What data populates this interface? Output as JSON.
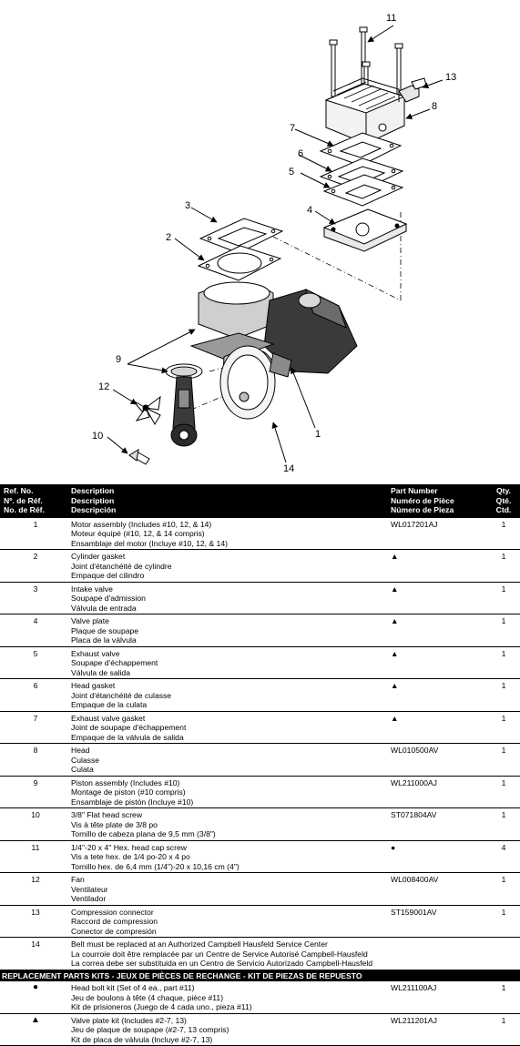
{
  "callouts": [
    "1",
    "2",
    "3",
    "4",
    "5",
    "6",
    "7",
    "8",
    "9",
    "10",
    "11",
    "12",
    "13",
    "14"
  ],
  "table": {
    "headers": {
      "ref": [
        "Ref. No.",
        "Nº. de Réf.",
        "No. de Réf."
      ],
      "desc": [
        "Description",
        "Description",
        "Descripción"
      ],
      "part": [
        "Part Number",
        "Numéro de Pièce",
        "Número de Pieza"
      ],
      "qty": [
        "Qty.",
        "Qté.",
        "Ctd."
      ]
    },
    "rows": [
      {
        "ref": "1",
        "desc": [
          "Motor assembly (Includes #10, 12, & 14)",
          "Moteur équipé (#10, 12, & 14 compris)",
          "Ensamblaje del motor (Incluye #10, 12, & 14)"
        ],
        "part": "WL017201AJ",
        "qty": "1"
      },
      {
        "ref": "2",
        "desc": [
          "Cylinder gasket",
          "Joint d'étanchéité de cylindre",
          "Empaque del cilindro"
        ],
        "part": "▲",
        "qty": "1"
      },
      {
        "ref": "3",
        "desc": [
          "Intake valve",
          "Soupape d'admission",
          "Válvula de entrada"
        ],
        "part": "▲",
        "qty": "1"
      },
      {
        "ref": "4",
        "desc": [
          "Valve plate",
          "Plaque de soupape",
          "Placa de la válvula"
        ],
        "part": "▲",
        "qty": "1"
      },
      {
        "ref": "5",
        "desc": [
          "Exhaust valve",
          "Soupape d'échappement",
          "Válvula de salida"
        ],
        "part": "▲",
        "qty": "1"
      },
      {
        "ref": "6",
        "desc": [
          "Head gasket",
          "Joint d'étanchéité de culasse",
          "Empaque de la culata"
        ],
        "part": "▲",
        "qty": "1"
      },
      {
        "ref": "7",
        "desc": [
          "Exhaust valve gasket",
          "Joint de soupape d'échappement",
          "Empaque de la válvula de salida"
        ],
        "part": "▲",
        "qty": "1"
      },
      {
        "ref": "8",
        "desc": [
          "Head",
          "Culasse",
          "Culata"
        ],
        "part": "WL010500AV",
        "qty": "1"
      },
      {
        "ref": "9",
        "desc": [
          "Piston assembly (Includes #10)",
          "Montage de piston  (#10 compris)",
          "Ensamblaje de pistón  (Incluye #10)"
        ],
        "part": "WL211000AJ",
        "qty": "1"
      },
      {
        "ref": "10",
        "desc": [
          "3/8\" Flat head screw",
          "Vis à tête plate de 3/8 po",
          "Tornillo de cabeza plana de 9,5 mm (3/8\")"
        ],
        "part": "ST071804AV",
        "qty": "1"
      },
      {
        "ref": "11",
        "desc": [
          "1/4\"-20 x 4\" Hex. head cap screw",
          "Vis a tete hex. de 1/4 po-20 x 4 po",
          "Tornillo hex. de 6,4 mm (1/4\")-20 x 10,16 cm (4\")"
        ],
        "part": "●",
        "qty": "4"
      },
      {
        "ref": "12",
        "desc": [
          "Fan",
          "Ventilateur",
          "Ventilador"
        ],
        "part": "WL008400AV",
        "qty": "1"
      },
      {
        "ref": "13",
        "desc": [
          "Compression connector",
          "Raccord de compression",
          "Conector de compresión"
        ],
        "part": "ST159001AV",
        "qty": "1"
      },
      {
        "ref": "14",
        "desc": [
          "Belt must be replaced at an Authorized Campbell Hausfeld Service Center",
          "La courroie doit être remplacée par un Centre de Service Autorisé Campbell-Hausfeld",
          "La correa debe ser substituida en un Centro de Servicio Autorizado Campbell-Hausfeld"
        ],
        "part": "",
        "qty": ""
      }
    ],
    "kits_header": "REPLACEMENT PARTS KITS - JEUX DE PIÈCES DE RECHANGE - KIT DE PIEZAS DE REPUESTO",
    "kits": [
      {
        "ref": "●",
        "desc": [
          "Head bolt kit (Set of 4 ea., part #11)",
          "Jeu de boulons à tête (4 chaque, pièce #11)",
          "Kit de prisioneros (Juego de 4 cada uno., pieza #11)"
        ],
        "part": "WL211100AJ",
        "qty": "1"
      },
      {
        "ref": "▲",
        "desc": [
          "Valve plate kit (Includes #2-7, 13)",
          "Jeu de plaque de soupape (#2-7, 13 compris)",
          "Kit de placa de válvula (Incluye #2-7, 13)"
        ],
        "part": "WL211201AJ",
        "qty": "1"
      }
    ]
  }
}
